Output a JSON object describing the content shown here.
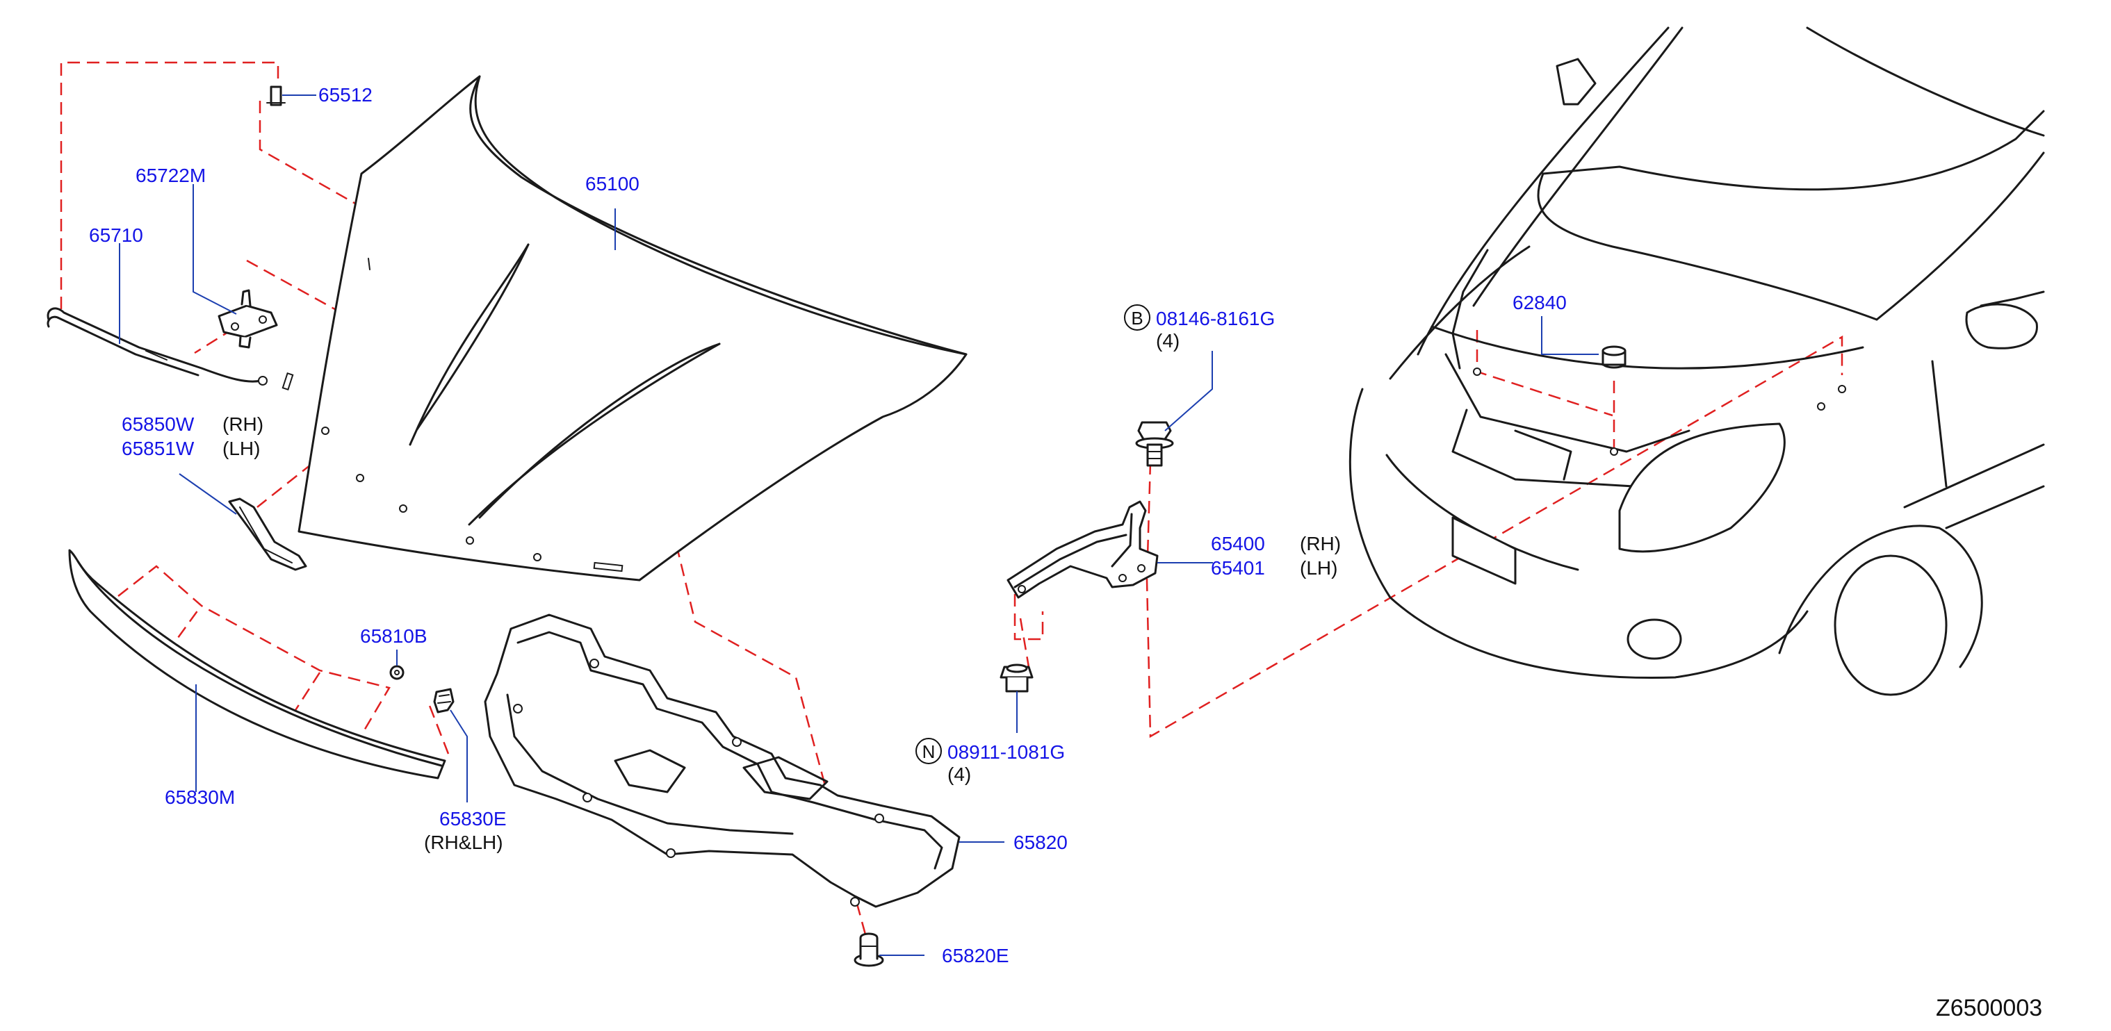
{
  "colors": {
    "part_number": "#1414e6",
    "dashed_link": "#e02020",
    "leader": "#1c3fb0",
    "outline": "#1a1a1a"
  },
  "labels": {
    "p65512": "65512",
    "p65722m": "65722M",
    "p65710": "65710",
    "p65100": "65100",
    "p65850w": "65850W",
    "p65850w_side": "(RH)",
    "p65851w": "65851W",
    "p65851w_side": "(LH)",
    "p65810b": "65810B",
    "p65830m": "65830M",
    "p65830e": "65830E",
    "p65830e_side": "(RH&LH)",
    "p08146": "08146-8161G",
    "p08146_symbol": "B",
    "p08146_qty": "(4)",
    "p65400": "65400",
    "p65400_side": "(RH)",
    "p65401": "65401",
    "p65401_side": "(LH)",
    "p08911": "08911-1081G",
    "p08911_symbol": "N",
    "p08911_qty": "(4)",
    "p65820": "65820",
    "p65820e": "65820E",
    "p62840": "62840"
  },
  "diagram_code": "Z6500003"
}
